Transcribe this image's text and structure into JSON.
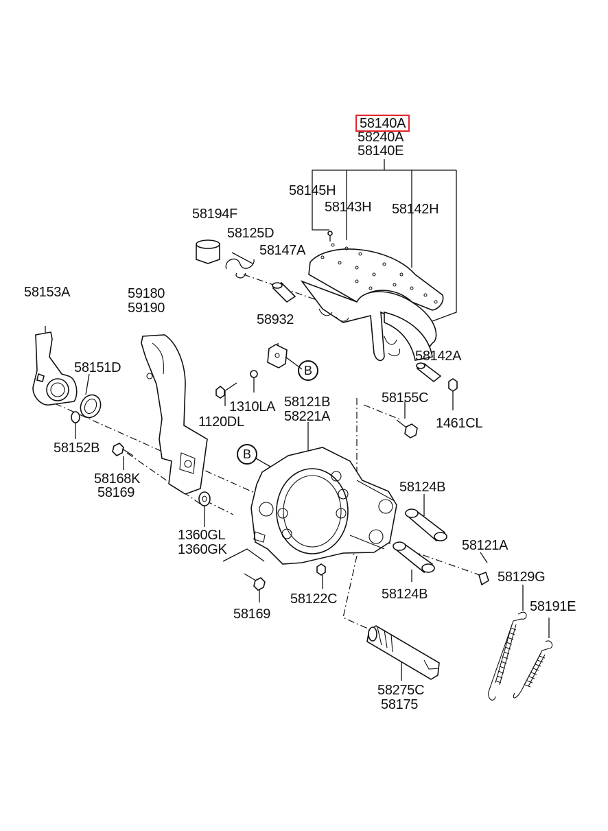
{
  "labels": {
    "highlighted": "58140A",
    "p58240A": "58240A",
    "p58140E": "58140E",
    "p58145H": "58145H",
    "p58143H": "58143H",
    "p58142H": "58142H",
    "p58194F": "58194F",
    "p58125D": "58125D",
    "p58147A": "58147A",
    "p58153A": "58153A",
    "p59180": "59180",
    "p59190": "59190",
    "p58932": "58932",
    "p58151D": "58151D",
    "p1310LA": "1310LA",
    "p1120DL": "1120DL",
    "p58121B": "58121B",
    "p58221A": "58221A",
    "p58155C": "58155C",
    "p1461CL": "1461CL",
    "p58142A": "58142A",
    "p58152B": "58152B",
    "p58168K": "58168K",
    "p58169a": "58169",
    "p58124Ba": "58124B",
    "p1360GL": "1360GL",
    "p1360GK": "1360GK",
    "p58121A": "58121A",
    "p58129G": "58129G",
    "p58169b": "58169",
    "p58122C": "58122C",
    "p58124Bb": "58124B",
    "p58191E": "58191E",
    "p58275C": "58275C",
    "p58175": "58175"
  },
  "callouts": {
    "b1": "B",
    "b2": "B"
  },
  "colors": {
    "highlight": "#e0252b",
    "ink": "#111111"
  }
}
